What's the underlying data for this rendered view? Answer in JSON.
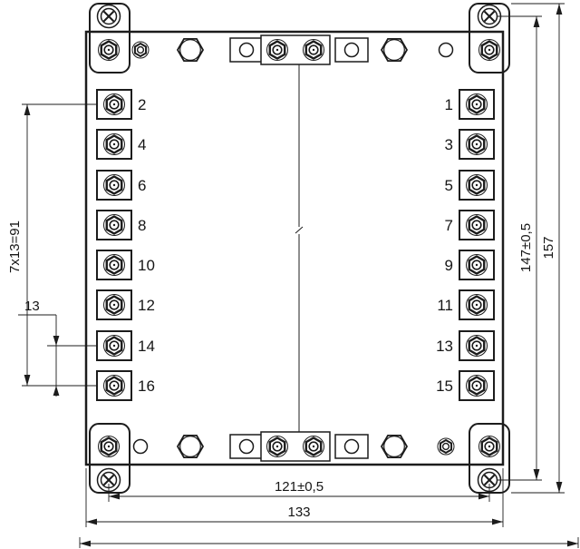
{
  "terminals": {
    "left": [
      "2",
      "4",
      "6",
      "8",
      "10",
      "12",
      "14",
      "16"
    ],
    "right": [
      "1",
      "3",
      "5",
      "7",
      "9",
      "11",
      "13",
      "15"
    ]
  },
  "dimensions": {
    "pitch_total": "7x13=91",
    "pitch_single": "13",
    "hole_span_h": "121±0,5",
    "body_width": "133",
    "hole_span_v": "147±0,5",
    "overall_height": "157"
  },
  "colors": {
    "line": "#1c1c1c",
    "background": "#ffffff"
  }
}
